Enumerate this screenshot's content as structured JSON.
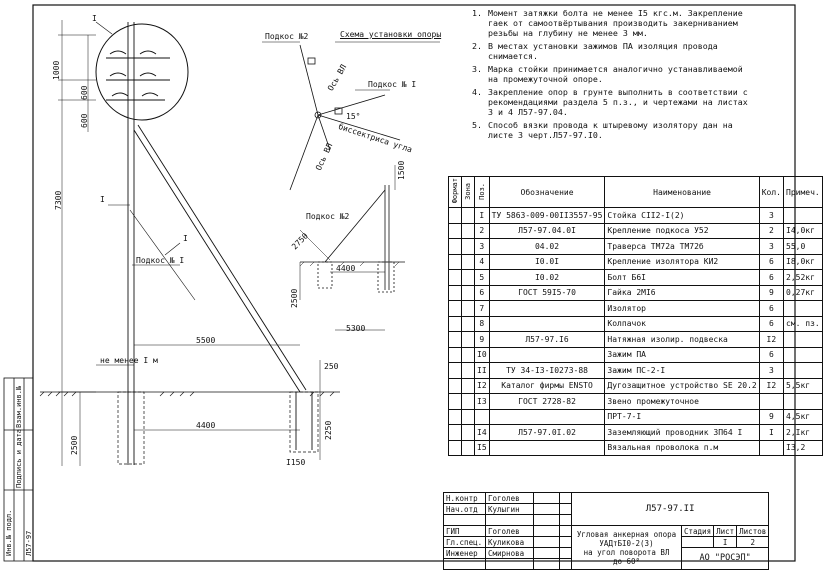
{
  "drawing": {
    "callout_I_top": "I",
    "callout_I_mid": "I",
    "callout_I_low": "I",
    "podkos2_label_top": "Подкос №2",
    "scheme_title": "Схема установки опоры",
    "podkos1_label_scheme": "Подкос № I",
    "axis_vl_1": "Ось ВЛ",
    "axis_vl_2": "Ось ВЛ",
    "angle_15": "15°",
    "bisector": "биссектриса угла",
    "podkos2_label_mid": "Подкос №2",
    "podkos1_label_mid": "Подкос № I",
    "dim_1000": "1000",
    "dim_600a": "600",
    "dim_600b": "600",
    "dim_7300": "7300",
    "dim_5500": "5500",
    "dim_4400a": "4400",
    "dim_4400b": "4400",
    "dim_2500a": "2500",
    "dim_2500b": "2500",
    "dim_2750": "2750",
    "dim_1500": "1500",
    "dim_5300": "5300",
    "dim_250": "250",
    "dim_2250": "2250",
    "dim_1150": "I150",
    "ne_menee": "не менее I м"
  },
  "notes": [
    {
      "num": "1.",
      "text": "Момент затяжки болта не менее I5 кгс.м. Закрепление\nгаек от самоотвёртывания производить закерниванием\nрезьбы на глубину не менее 3 мм."
    },
    {
      "num": "2.",
      "text": "В местах установки зажимов ПА изоляция провода\nснимается."
    },
    {
      "num": "3.",
      "text": "Марка стойки принимается аналогично устанавливаемой\nна промежуточной опоре."
    },
    {
      "num": "4.",
      "text": "Закрепление опор в грунте выполнить в соответствии с\nрекомендациями раздела 5 п.з., и чертежами на листах\n3 и 4 Л57-97.04."
    },
    {
      "num": "5.",
      "text": "Способ вязки провода к штыревому изолятору дан на\nлисте 3 черт.Л57-97.I0."
    }
  ],
  "spec_table": {
    "headers": {
      "format": "Формат",
      "zone": "Зона",
      "pos": "Поз.",
      "designation": "Обозначение",
      "name": "Наименование",
      "qty": "Кол.",
      "note": "Примеч."
    },
    "rows": [
      {
        "pos": "I",
        "des": "ТУ 5863-009-00II3557-95",
        "name": "Стойка СII2-I(2)",
        "qty": "3",
        "note": ""
      },
      {
        "pos": "2",
        "des": "Л57-97.04.0I",
        "name": "Крепление подкоса У52",
        "qty": "2",
        "note": "I4,0кг"
      },
      {
        "pos": "3",
        "des": "04.02",
        "name": "Траверса ТМ72а ТМ72б",
        "qty": "3",
        "note": "55,0"
      },
      {
        "pos": "4",
        "des": "I0.0I",
        "name": "Крепление изолятора КИ2",
        "qty": "6",
        "note": "I8,0кг"
      },
      {
        "pos": "5",
        "des": "I0.02",
        "name": "Болт Б6I",
        "qty": "6",
        "note": "2,52кг"
      },
      {
        "pos": "6",
        "des": "ГОСТ 59I5-70",
        "name": "Гайка 2МI6",
        "qty": "9",
        "note": "0,27кг"
      },
      {
        "pos": "7",
        "des": "",
        "name": "Изолятор",
        "qty": "6",
        "note": ""
      },
      {
        "pos": "8",
        "des": "",
        "name": "Колпачок",
        "qty": "6",
        "note": "см. пз."
      },
      {
        "pos": "9",
        "des": "Л57-97.I6",
        "name": "Натяжная изолир. подвеска",
        "qty": "I2",
        "note": ""
      },
      {
        "pos": "I0",
        "des": "",
        "name": "Зажим ПА",
        "qty": "6",
        "note": ""
      },
      {
        "pos": "II",
        "des": "ТУ 34-I3-I0273-88",
        "name": "Зажим ПС-2-I",
        "qty": "3",
        "note": ""
      },
      {
        "pos": "I2",
        "des": "Каталог фирмы ENSTO",
        "name": "Дугозащитное устройство SE 20.2",
        "qty": "I2",
        "note": "5,5кг"
      },
      {
        "pos": "I3",
        "des": "ГОСТ 2728-82",
        "name": "Звено промежуточное",
        "qty": "",
        "note": ""
      },
      {
        "pos": "",
        "des": "",
        "name": "ПРТ-7-I",
        "qty": "9",
        "note": "4,5кг"
      },
      {
        "pos": "I4",
        "des": "Л57-97.0I.02",
        "name": "Заземляющий проводник ЗП64 I",
        "qty": "I",
        "note": "2,Iкг"
      },
      {
        "pos": "I5",
        "des": "",
        "name": "Вязальная проволока п.м",
        "qty": "",
        "note": "I3,2"
      }
    ]
  },
  "title_block": {
    "n_kontr": "Н.контр",
    "n_kontr_name": "Гоголев",
    "nach_otd": "Нач.отд",
    "nach_otd_name": "Кулыгин",
    "doc_code": "Л57-97.II",
    "gip": "ГИП",
    "gip_name": "Гоголев",
    "gl_spec": "Гл.спец.",
    "gl_spec_name": "Куликова",
    "engineer": "Инженер",
    "engineer_name": "Смирнова",
    "title_line1": "Угловая анкерная опора",
    "title_line2": "УАДтБI0-2(3)",
    "title_line3": "на угол поворота ВЛ",
    "title_line4": "до 60°",
    "stage_label": "Стадия",
    "sheet_label": "Лист",
    "sheets_label": "Листов",
    "sheet_no": "I",
    "sheets_total": "2",
    "company": "АО \"РОСЭП\""
  },
  "side_stamp": {
    "inv_podl": "Инв.№ подл.",
    "podpis": "Подпись и дата",
    "vzam": "Взам.инв.№",
    "code": "Л57-97"
  }
}
